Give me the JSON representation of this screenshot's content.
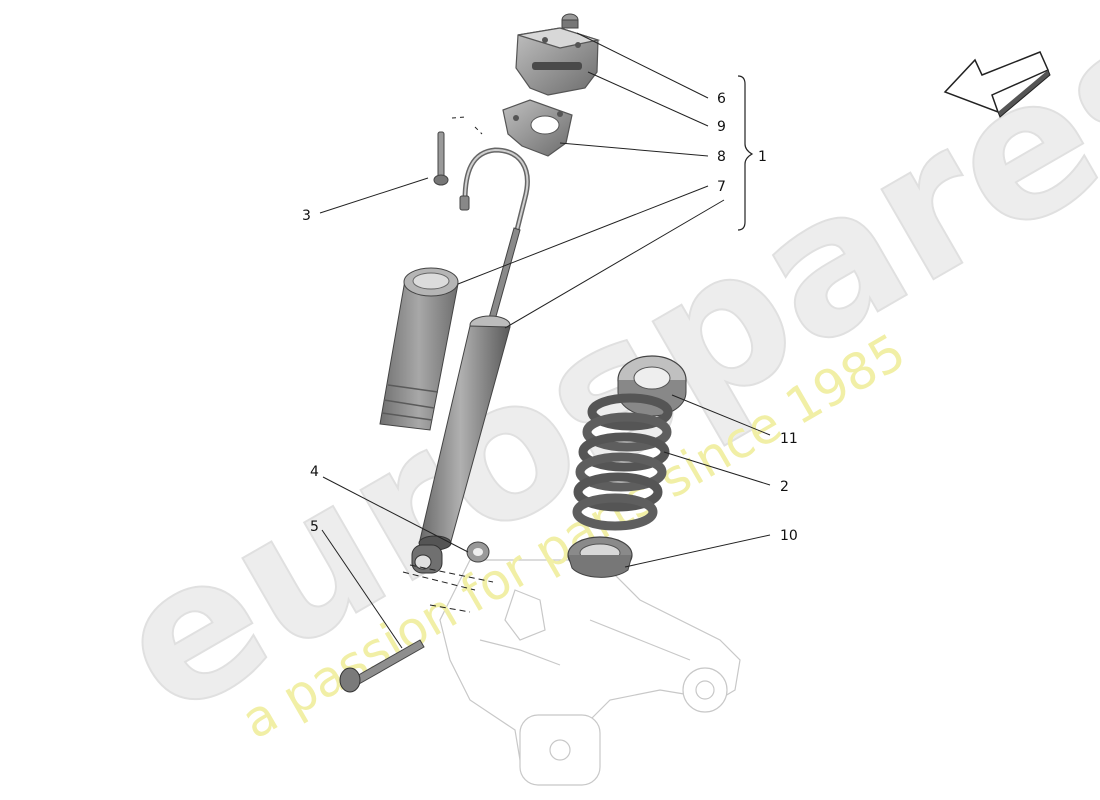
{
  "watermark": {
    "brand": "eurospares",
    "tagline": "a passion for parts since 1985"
  },
  "callouts": [
    {
      "id": "6",
      "label": "6"
    },
    {
      "id": "9",
      "label": "9"
    },
    {
      "id": "8",
      "label": "8"
    },
    {
      "id": "7",
      "label": "7"
    },
    {
      "id": "1",
      "label": "1"
    },
    {
      "id": "3",
      "label": "3"
    },
    {
      "id": "11",
      "label": "11"
    },
    {
      "id": "2",
      "label": "2"
    },
    {
      "id": "4",
      "label": "4"
    },
    {
      "id": "5",
      "label": "5"
    },
    {
      "id": "10",
      "label": "10"
    }
  ],
  "icons": {
    "direction_arrow": "direction-arrow-icon"
  }
}
